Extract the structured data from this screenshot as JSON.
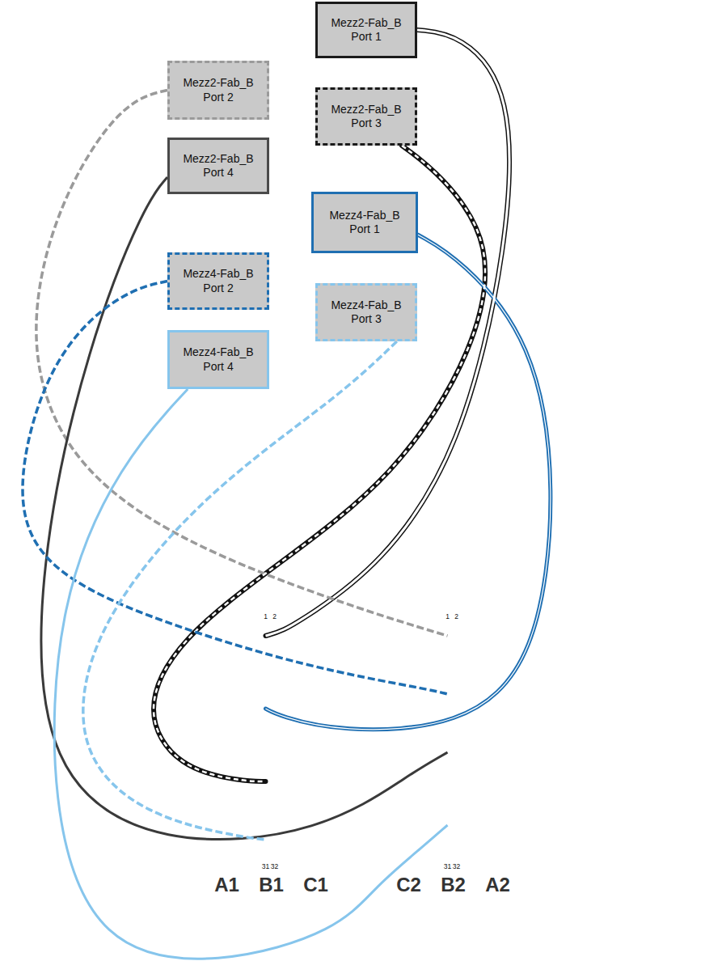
{
  "diagram": {
    "nodes": [
      {
        "text": [
          "Mezz2-Fab_B Port 1"
        ]
      },
      {
        "text": [
          "Mezz2-Fab_B Port 2"
        ]
      },
      {
        "text": [
          "Mezz2-Fab_B Port 3"
        ]
      },
      {
        "text": [
          "Mezz2-Fab_B Port 4"
        ]
      },
      {
        "text": [
          "Mezz4-Fab_B Port 1"
        ]
      },
      {
        "text": [
          "Mezz4-Fab_B Port 2"
        ]
      },
      {
        "text": [
          "Mezz4-Fab_B Port 3"
        ]
      },
      {
        "text": [
          "Mezz4-Fab_B Port 4"
        ]
      },
      {
        "text": [
          "A1"
        ]
      },
      {
        "text": [
          "B1"
        ]
      },
      {
        "text": [
          "C1"
        ]
      },
      {
        "text": [
          "C2"
        ]
      },
      {
        "text": [
          "B2"
        ]
      },
      {
        "text": [
          "A2"
        ]
      }
    ],
    "edges": [
      {
        "from": 0,
        "to": 9,
        "arrow": "none"
      },
      {
        "from": 1,
        "to": 12,
        "arrow": "none"
      },
      {
        "from": 2,
        "to": 9,
        "arrow": "none"
      },
      {
        "from": 3,
        "to": 12,
        "arrow": "none"
      },
      {
        "from": 4,
        "to": 9,
        "arrow": "none"
      },
      {
        "from": 5,
        "to": 12,
        "arrow": "none"
      },
      {
        "from": 6,
        "to": 9,
        "arrow": "none"
      },
      {
        "from": 7,
        "to": 12,
        "arrow": "none"
      }
    ],
    "labels": [
      "1",
      "2",
      "31",
      "32",
      "1",
      "2",
      "31",
      "32"
    ]
  }
}
